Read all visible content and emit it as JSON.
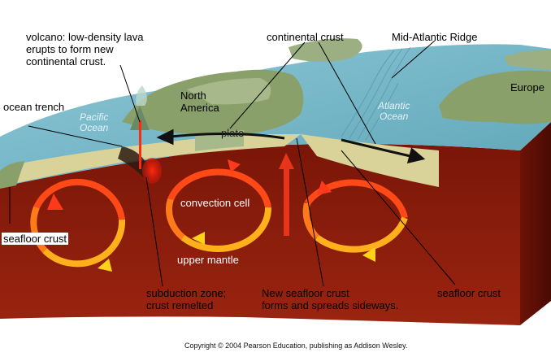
{
  "labels": {
    "volcano": "volcano: low-density lava\nerupts to form new\ncontinental crust.",
    "continental_crust": "continental crust",
    "mid_atlantic_ridge": "Mid-Atlantic Ridge",
    "europe": "Europe",
    "north_america": "North\nAmerica",
    "ocean_trench": "ocean trench",
    "pacific_ocean": "Pacific\nOcean",
    "atlantic_ocean": "Atlantic\nOcean",
    "plate": "plate",
    "convection_cell": "convection cell",
    "upper_mantle": "upper mantle",
    "seafloor_crust_left": "seafloor crust",
    "seafloor_crust_right": "seafloor crust",
    "subduction_zone": "subduction zone;\ncrust remelted",
    "new_seafloor": "New seafloor crust\nforms and spreads sideways."
  },
  "copyright": "Copyright © 2004 Pearson Education, publishing as Addison Wesley.",
  "colors": {
    "ocean": "#6fb3c4",
    "land": "#8aa06a",
    "crust": "#d9d39a",
    "mantle": "#8b1a0c",
    "arrow_hot": "#ff3a1a",
    "arrow_warm": "#ffd21a"
  }
}
